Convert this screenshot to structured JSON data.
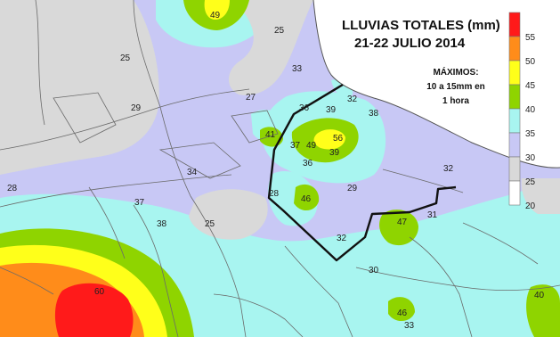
{
  "map": {
    "title_line1": "LLUVIAS TOTALES  (mm)",
    "title_line2": "21-22 JULIO 2014",
    "note_line1": "MÁXIMOS:",
    "note_line2": "10 a 15mm en",
    "note_line3": "1 hora"
  },
  "legend": {
    "ticks": [
      "55",
      "50",
      "45",
      "40",
      "35",
      "30",
      "25",
      "20"
    ],
    "colors": [
      "#ff1a1a",
      "#ff8c1a",
      "#ffff1a",
      "#8fd400",
      "#a8f5f0",
      "#c8c8f5",
      "#d9d9d9",
      "#ffffff"
    ]
  },
  "contour_labels": [
    "49",
    "25",
    "25",
    "33",
    "29",
    "27",
    "32",
    "36",
    "39",
    "38",
    "41",
    "37",
    "49",
    "56",
    "39",
    "36",
    "34",
    "28",
    "37",
    "38",
    "25",
    "28",
    "46",
    "29",
    "32",
    "31",
    "47",
    "32",
    "30",
    "60",
    "46",
    "33",
    "40"
  ],
  "colors": {
    "grey": "#d9d9d9",
    "lavender": "#c8c8f5",
    "cyan": "#a8f5f0",
    "green": "#8fd400",
    "yellow": "#ffff1a",
    "orange": "#ff8c1a",
    "red": "#ff1a1a",
    "boundary": "#111111"
  }
}
